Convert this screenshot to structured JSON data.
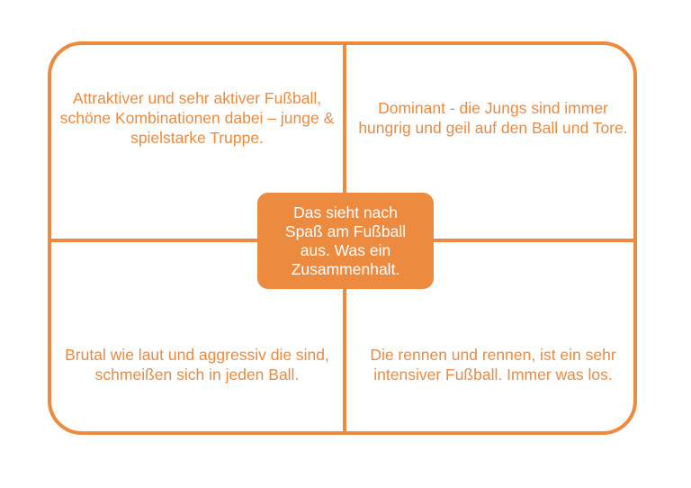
{
  "colors": {
    "accent": "#ec8a3f",
    "background": "#ffffff",
    "center_text": "#ffffff"
  },
  "diagram": {
    "center": "Das sieht nach Spaß am Fußball aus. Was ein Zusammenhalt.",
    "top_left": "Attraktiver und sehr aktiver Fußball, schöne Kombinationen dabei – junge & spielstarke Truppe.",
    "top_right": "Dominant - die Jungs sind immer hungrig und geil auf den Ball und Tore.",
    "bottom_left": "Brutal wie laut und aggressiv die sind, schmeißen sich in jeden Ball.",
    "bottom_right": "Die rennen und rennen, ist ein sehr intensiver Fußball. Immer was los."
  }
}
